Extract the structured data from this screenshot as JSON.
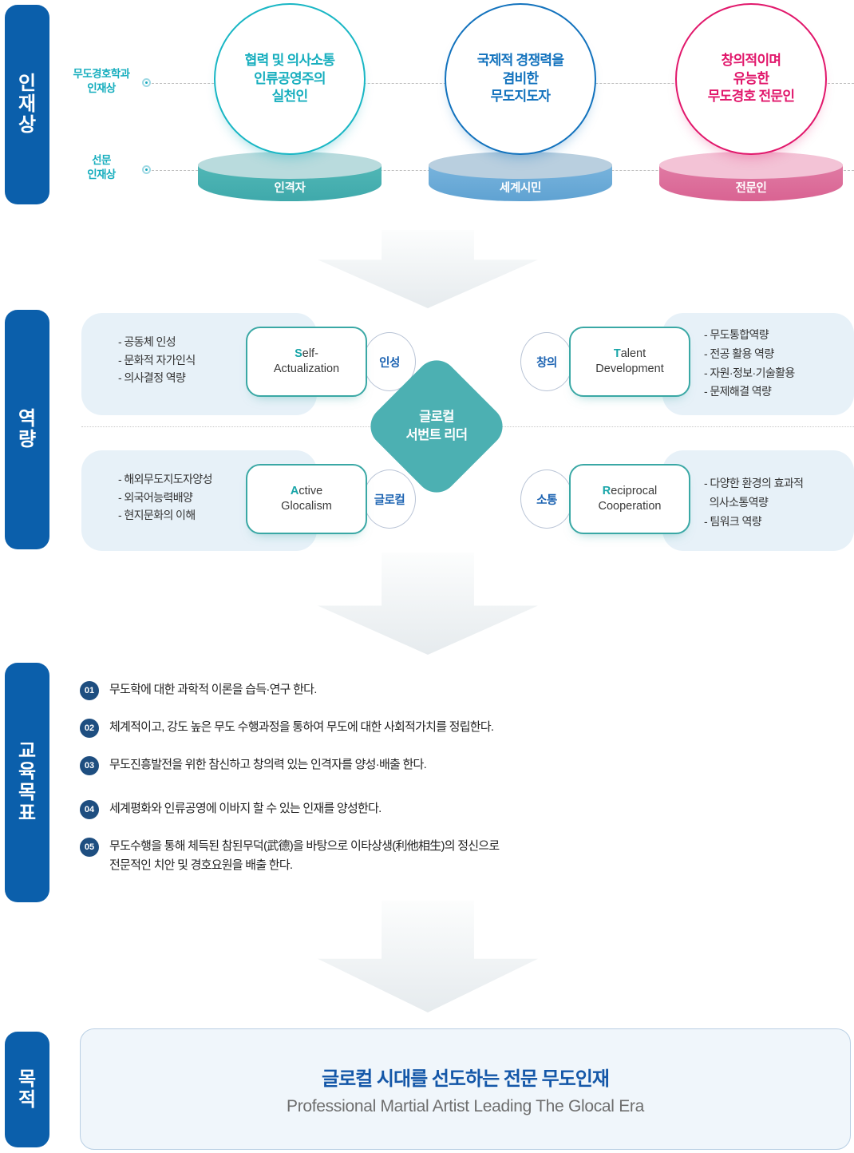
{
  "sections": {
    "talent": {
      "tab": "인재상"
    },
    "competency": {
      "tab": "역량"
    },
    "goals": {
      "tab": "교육목표"
    },
    "purpose": {
      "tab": "목적"
    }
  },
  "talent": {
    "row_labels": {
      "dept": "무도경호학과\n인재상",
      "univ": "선문\n인재상"
    },
    "pillars": [
      {
        "bubble": "협력 및 의사소통\n인류공영주의\n실천인",
        "base": "인격자",
        "accent": "#17AEBE"
      },
      {
        "bubble": "국제적 경쟁력을\n겸비한\n무도지도자",
        "base": "세계시민",
        "accent": "#1272BD"
      },
      {
        "bubble": "창의적이며\n유능한\n무도경호 전문인",
        "base": "전문인",
        "accent": "#E1176B"
      }
    ]
  },
  "competency": {
    "center": "글로컬\n서번트 리더",
    "quadrants": [
      {
        "eng_initial": "S",
        "eng_rest": "elf-\nActualization",
        "kr_circle": "인성",
        "details": [
          "- 공동체 인성",
          "- 문화적 자가인식",
          "- 의사결정 역량"
        ]
      },
      {
        "eng_initial": "T",
        "eng_rest": "alent\nDevelopment",
        "kr_circle": "창의",
        "details": [
          "- 무도통합역량",
          "- 전공 활용 역량",
          "- 자원·정보·기술활용",
          "- 문제해결 역량"
        ]
      },
      {
        "eng_initial": "A",
        "eng_rest": "ctive\nGlocalism",
        "kr_circle": "글로컬",
        "details": [
          "- 해외무도지도자양성",
          "- 외국어능력배양",
          "- 현지문화의 이해"
        ]
      },
      {
        "eng_initial": "R",
        "eng_rest": "eciprocal\nCooperation",
        "kr_circle": "소통",
        "details": [
          "- 다양한 환경의 효과적",
          "  의사소통역량",
          "- 팀워크 역량"
        ]
      }
    ]
  },
  "goals": {
    "items": [
      {
        "no": "01",
        "text": "무도학에 대한 과학적 이론을 습득·연구 한다."
      },
      {
        "no": "02",
        "text": "체계적이고, 강도 높은 무도 수행과정을 통하여 무도에 대한 사회적가치를 정립한다."
      },
      {
        "no": "03",
        "text": "무도진흥발전을 위한 참신하고 창의력 있는 인격자를 양성·배출 한다."
      },
      {
        "no": "04",
        "text": "세계평화와 인류공영에 이바지 할 수 있는 인재를 양성한다."
      },
      {
        "no": "05",
        "text": "무도수행을 통해 체득된 참된무덕(武德)을 바탕으로 이타상생(利他相生)의 정신으로\n전문적인 치안 및 경호요원을 배출 한다."
      }
    ]
  },
  "purpose": {
    "korean": "글로컬 시대를 선도하는 전문 무도인재",
    "english": "Professional Martial Artist Leading The Glocal Era"
  }
}
